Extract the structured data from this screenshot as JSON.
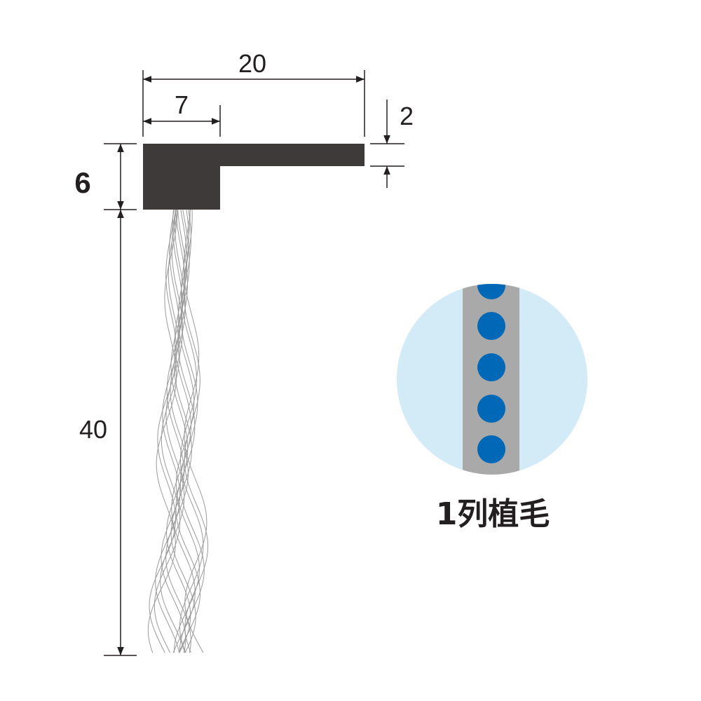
{
  "dimensions": {
    "total_width": "20",
    "block_width": "7",
    "flange_thickness": "2",
    "holder_height": "6",
    "bristle_length": "40"
  },
  "detail": {
    "caption": "1列植毛",
    "row_count": 1
  },
  "colors": {
    "holder": "#3e3a39",
    "line": "#231f20",
    "circle_bg": "#d3eaf7",
    "strip": "#a9a9a9",
    "dots": "#0068b7",
    "bristles": "#9a9a9a"
  }
}
